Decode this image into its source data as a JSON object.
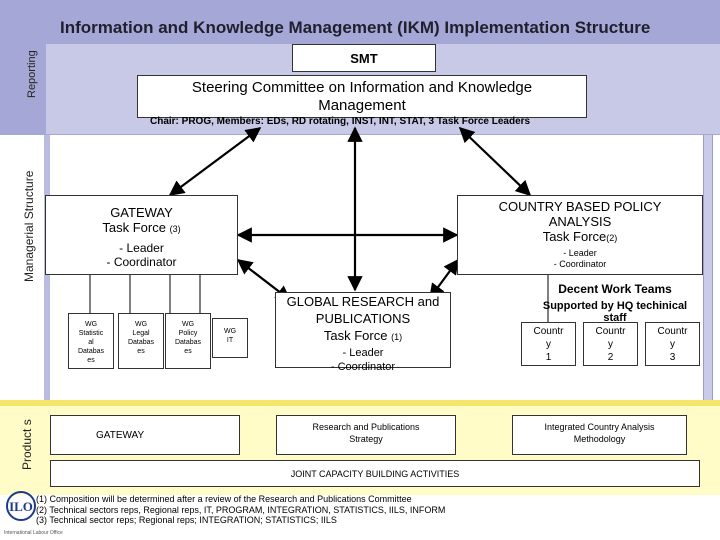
{
  "title": "Information and Knowledge Management (IKM) Implementation Structure",
  "side_labels": {
    "reporting": "Reporting",
    "managerial": "Managerial Structure",
    "products": "Product s"
  },
  "smt": "SMT",
  "steering": {
    "line1": "Steering Committee on Information and Knowledge",
    "line2": "Management",
    "chair": "Chair: PROG, Members: EDs, RD rotating, INST, INT, STAT, 3 Task Force Leaders"
  },
  "gateway_tf": {
    "title": "GATEWAY",
    "subtitle": "Task Force",
    "note": "(3)",
    "leader": "- Leader",
    "coordinator": "- Coordinator"
  },
  "country_tf": {
    "title1": "COUNTRY BASED POLICY",
    "title2": "ANALYSIS",
    "subtitle": "Task Force",
    "note": "(2)",
    "leader": "- Leader",
    "coordinator": "- Coordinator"
  },
  "research_tf": {
    "title1": "GLOBAL RESEARCH and",
    "title2": "PUBLICATIONS",
    "subtitle": "Task Force",
    "note": "(1)",
    "leader": "- Leader",
    "coordinator": "- Coordinator"
  },
  "working_groups": [
    {
      "line1": "WG",
      "line2": "Statistic",
      "line3": "al",
      "line4": "Databas",
      "line5": "es"
    },
    {
      "line1": "WG",
      "line2": "Legal",
      "line3": "Databas",
      "line4": "es",
      "line5": ""
    },
    {
      "line1": "WG",
      "line2": "Policy",
      "line3": "Databas",
      "line4": "es",
      "line5": ""
    },
    {
      "line1": "WG",
      "line2": "IT",
      "line3": "",
      "line4": "",
      "line5": ""
    }
  ],
  "decent_work": {
    "title": "Decent Work Teams",
    "subtitle1": "Supported by HQ techinical",
    "subtitle2": "staff",
    "countries": [
      {
        "l1": "Countr",
        "l2": "y",
        "l3": "1"
      },
      {
        "l1": "Countr",
        "l2": "y",
        "l3": "2"
      },
      {
        "l1": "Countr",
        "l2": "y",
        "l3": "3"
      }
    ]
  },
  "products": {
    "gateway": "GATEWAY",
    "research_l1": "Research and Publications",
    "research_l2": "Strategy",
    "icam_l1": "Integrated Country Analysis",
    "icam_l2": "Methodology",
    "joint": "JOINT CAPACITY BUILDING ACTIVITIES"
  },
  "notes": [
    "(1)  Composition will be determined after a review of the Research and Publications Committee",
    "(2)  Technical sectors reps, Regional reps, IT, PROGRAM, INTEGRATION, STATISTICS, IILS, INFORM",
    "(3)  Technical sector reps; Regional reps; INTEGRATION; STATISTICS; IILS"
  ],
  "logo_text": "International Labour Office",
  "colors": {
    "top_band": "#a5a8d6",
    "bottom_band": "#fffcc7"
  }
}
